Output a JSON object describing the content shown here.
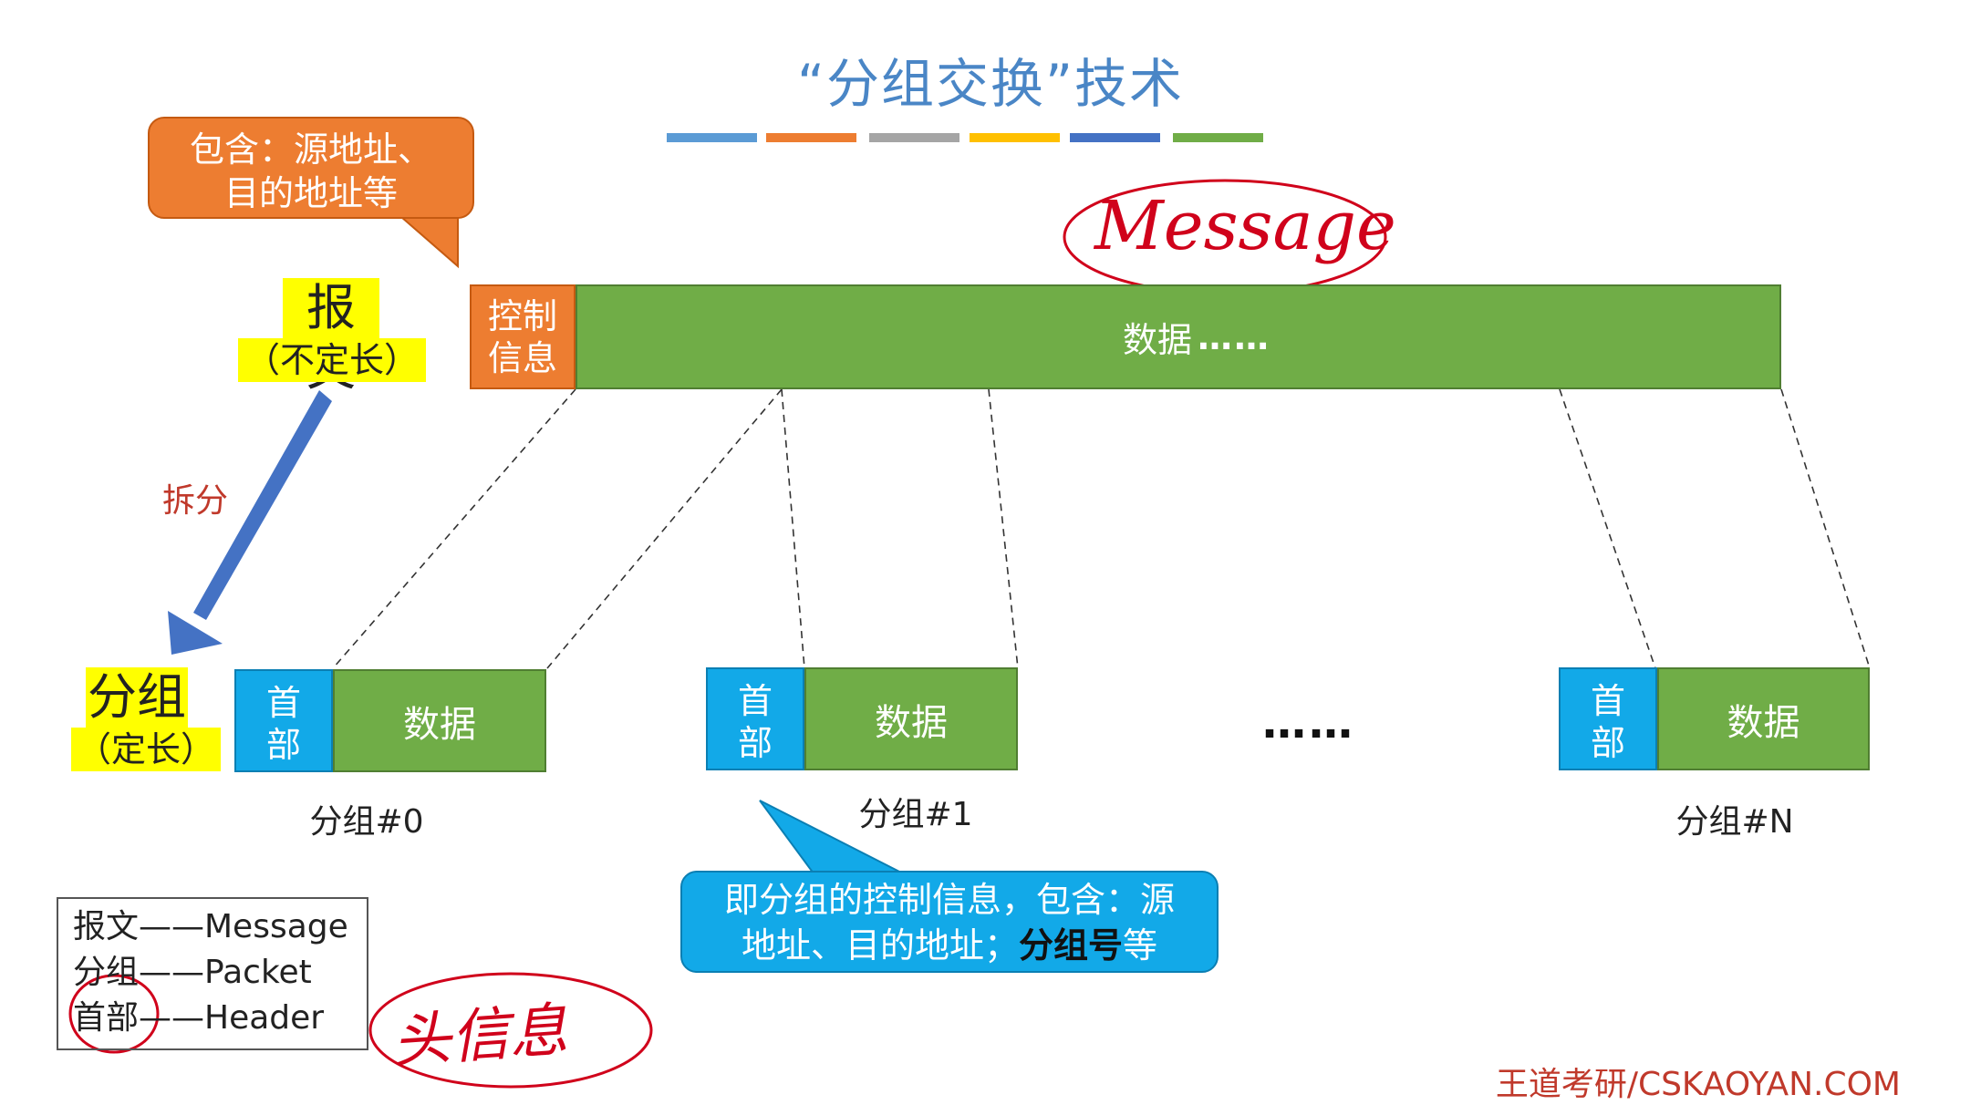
{
  "title": "“分组交换”技术",
  "title_bar_colors": [
    "#5b9bd5",
    "#ed7d31",
    "#a5a5a5",
    "#ffc000",
    "#4472c4",
    "#70ad47"
  ],
  "callout_top": {
    "line1": "包含：源地址、",
    "line2": "目的地址等"
  },
  "message_label": {
    "main": "报文",
    "sub": "（不定长）"
  },
  "message_bar": {
    "ctrl_line1": "控制",
    "ctrl_line2": "信息",
    "data_text": "数据",
    "data_dots": "……"
  },
  "split_label": "拆分",
  "packet_label": {
    "main": "分组",
    "sub": "（定长）"
  },
  "packets": [
    {
      "hdr1": "首",
      "hdr2": "部",
      "data": "数据",
      "name": "分组#0"
    },
    {
      "hdr1": "首",
      "hdr2": "部",
      "data": "数据",
      "name": "分组#1"
    },
    {
      "hdr1": "首",
      "hdr2": "部",
      "data": "数据",
      "name": "分组#N"
    }
  ],
  "packets_ellipsis": "……",
  "callout_bottom": {
    "line1": "即分组的控制信息，包含：源",
    "line2_pre": "地址、目的地址；",
    "line2_bold": "分组号",
    "line2_post": "等"
  },
  "legend": [
    "报文——Message",
    "分组——Packet",
    "首部——Header"
  ],
  "handwriting": {
    "message": "Message",
    "header_note": "头信息"
  },
  "footer": "王道考研/CSKAOYAN.COM",
  "colors": {
    "orange": "#ed7d31",
    "green": "#70ad47",
    "blue": "#12a9e8",
    "highlight": "#ffff00",
    "ink": "#d0021b"
  }
}
